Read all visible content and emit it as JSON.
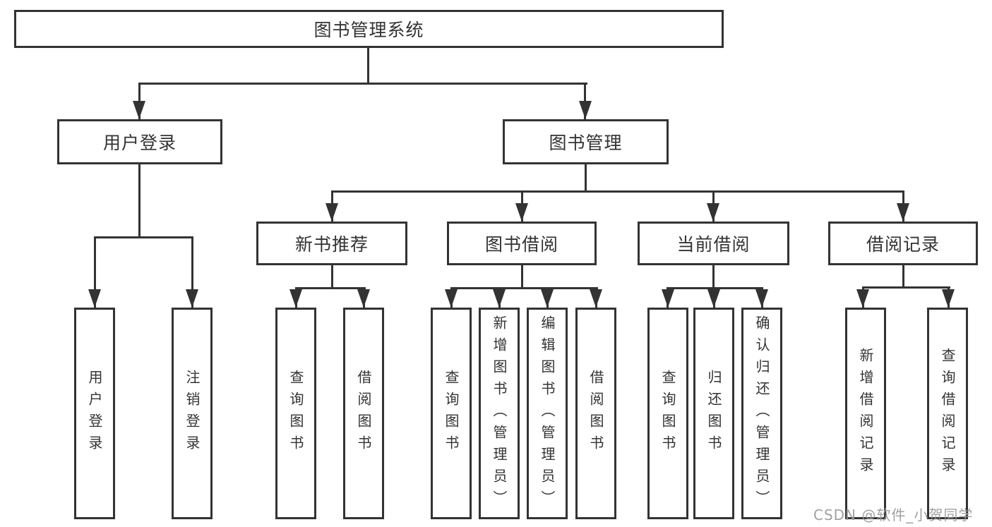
{
  "diagram": {
    "root": {
      "label": "图书管理系统"
    },
    "branches": [
      {
        "label": "用户登录",
        "children": [
          "用户登录",
          "注销登录"
        ]
      },
      {
        "label": "图书管理",
        "modules": [
          {
            "label": "新书推荐",
            "children": [
              "查询图书",
              "借阅图书"
            ]
          },
          {
            "label": "图书借阅",
            "children": [
              "查询图书",
              "新增图书（管理员）",
              "编辑图书（管理员）",
              "借阅图书"
            ]
          },
          {
            "label": "当前借阅",
            "children": [
              "查询图书",
              "归还图书",
              "确认归还（管理员）"
            ]
          },
          {
            "label": "借阅记录",
            "children": [
              "新增借阅记录",
              "查询借阅记录"
            ]
          }
        ]
      }
    ]
  },
  "watermark": "CSDN @软件_小贺同学",
  "colors": {
    "line": "#333333",
    "box_border": "#333333",
    "text": "#333333",
    "background": "#ffffff",
    "watermark_text": "#969696"
  }
}
